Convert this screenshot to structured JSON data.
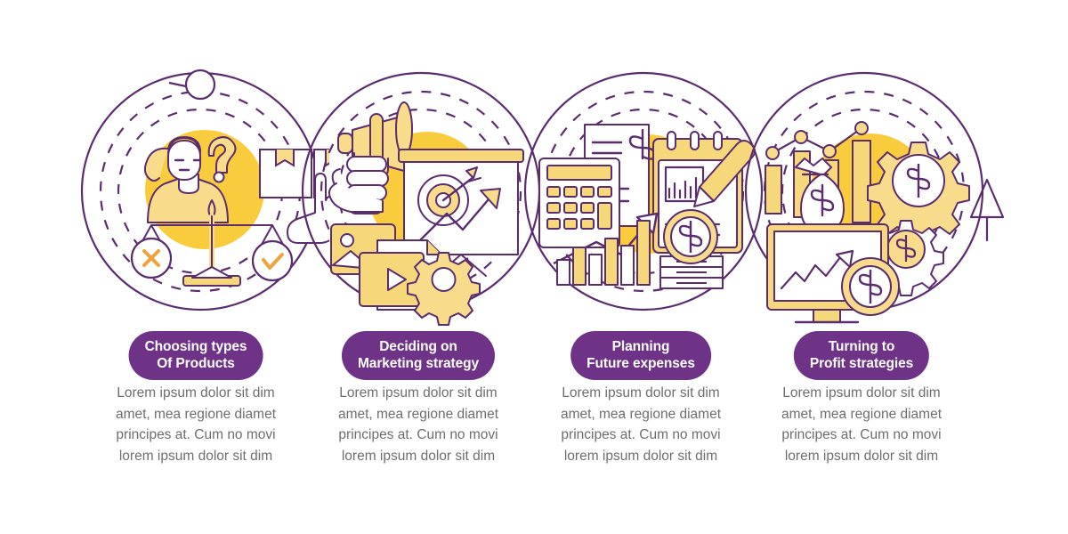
{
  "infographic": {
    "type": "4-step circular process infographic",
    "palette": {
      "purple": "#6E3287",
      "outline_purple": "#5B2D6E",
      "yellow": "#F9CC3D",
      "yellow_light": "#F8DC8C",
      "yellow_mid": "#F6D77A",
      "text_gray": "#6E6E6E",
      "white": "#FFFFFF",
      "background": "#FFFFFF"
    },
    "decorations": {
      "top_node_icon": "circle-node-marker",
      "right_marker_icon": "triangle-pin-marker"
    },
    "steps": [
      {
        "id": "step-1",
        "title_line1": "Choosing types",
        "title_line2": "Of Products",
        "description": "Lorem ipsum dolor sit dim amet, mea regione diamet principes at. Cum no movi lorem ipsum dolor sit dim",
        "illustration_name": "product-choice-illustration",
        "illustration_elements": [
          "confused-person-icon",
          "question-mark-icon",
          "cardboard-box-icon",
          "pointing-hand-icon",
          "balance-scale-icon",
          "cross-mark-icon",
          "check-mark-icon"
        ]
      },
      {
        "id": "step-2",
        "title_line1": "Deciding on",
        "title_line2": "Marketing strategy",
        "description": "Lorem ipsum dolor sit dim amet, mea regione diamet principes at. Cum no movi lorem ipsum dolor sit dim",
        "illustration_name": "marketing-strategy-illustration",
        "illustration_elements": [
          "megaphone-icon",
          "holding-hand-icon",
          "presentation-board-icon",
          "target-dartboard-icon",
          "growth-arrow-icon",
          "image-card-icon",
          "video-play-icon",
          "gear-icon"
        ]
      },
      {
        "id": "step-3",
        "title_line1": "Planning",
        "title_line2": "Future expenses",
        "description": "Lorem ipsum dolor sit dim amet, mea regione diamet principes at. Cum no movi lorem ipsum dolor sit dim",
        "illustration_name": "future-expenses-illustration",
        "illustration_elements": [
          "calculator-icon",
          "invoice-dollar-icon",
          "notepad-chart-icon",
          "pencil-icon",
          "bar-chart-icon",
          "growth-arrow-icon",
          "dollar-coin-icon",
          "cash-stack-icon"
        ]
      },
      {
        "id": "step-4",
        "title_line1": "Turning to",
        "title_line2": "Profit strategies",
        "description": "Lorem ipsum dolor sit dim amet, mea regione diamet principes at. Cum no movi lorem ipsum dolor sit dim",
        "illustration_name": "profit-strategies-illustration",
        "illustration_elements": [
          "bar-chart-icon",
          "line-graph-icon",
          "money-bag-icon",
          "gear-dollar-icon",
          "monitor-growth-chart-icon",
          "dollar-coin-icon"
        ]
      }
    ]
  }
}
